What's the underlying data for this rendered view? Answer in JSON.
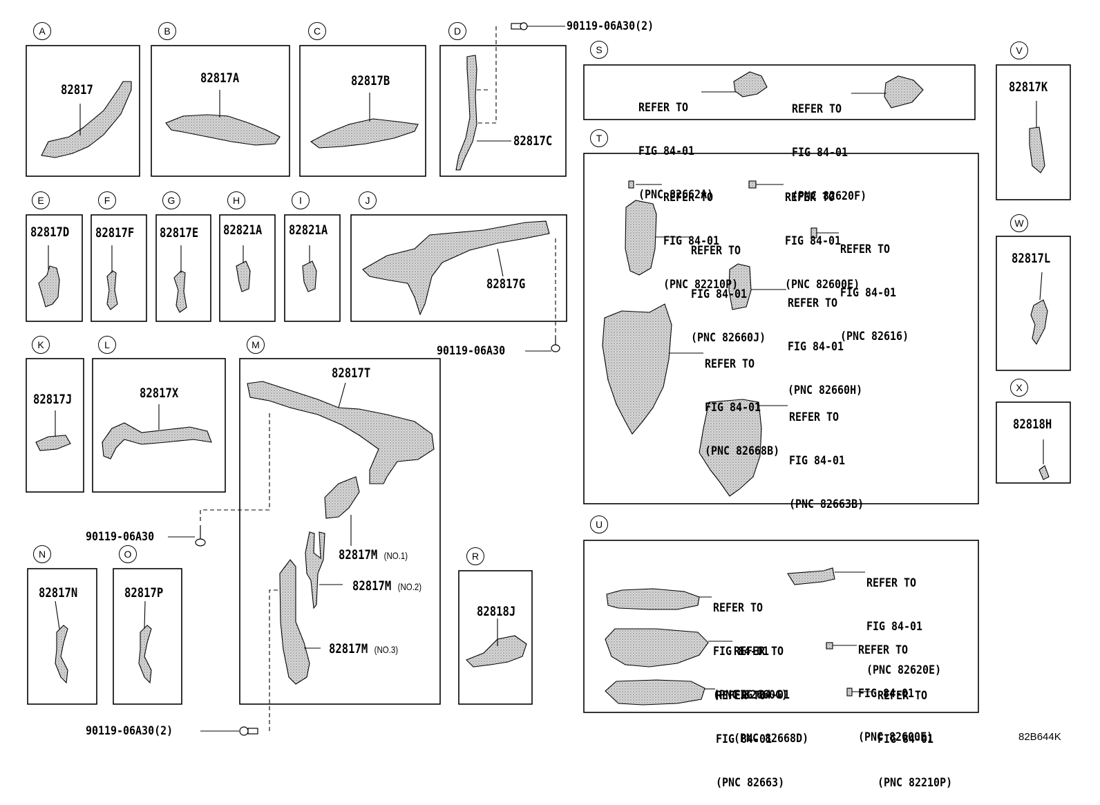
{
  "sections": {
    "A": {
      "letter": "A",
      "part": "82817"
    },
    "B": {
      "letter": "B",
      "part": "82817A"
    },
    "C": {
      "letter": "C",
      "part": "82817B"
    },
    "D": {
      "letter": "D",
      "part": "82817C"
    },
    "E": {
      "letter": "E",
      "part": "82817D"
    },
    "F": {
      "letter": "F",
      "part": "82817F"
    },
    "G": {
      "letter": "G",
      "part": "82817E"
    },
    "H": {
      "letter": "H",
      "part": "82821A"
    },
    "I": {
      "letter": "I",
      "part": "82821A"
    },
    "J": {
      "letter": "J",
      "part": "82817G"
    },
    "K": {
      "letter": "K",
      "part": "82817J"
    },
    "L": {
      "letter": "L",
      "part": "82817X"
    },
    "M": {
      "letter": "M",
      "part": "82817T",
      "m1": "82817M",
      "m1_note": "(NO.1)",
      "m2": "82817M",
      "m2_note": "(NO.2)",
      "m3": "82817M",
      "m3_note": "(NO.3)"
    },
    "N": {
      "letter": "N",
      "part": "82817N"
    },
    "O": {
      "letter": "O",
      "part": "82817P"
    },
    "R": {
      "letter": "R",
      "part": "82818J"
    },
    "S": {
      "letter": "S"
    },
    "T": {
      "letter": "T"
    },
    "U": {
      "letter": "U"
    },
    "V": {
      "letter": "V",
      "part": "82817K"
    },
    "W": {
      "letter": "W",
      "part": "82817L"
    },
    "X": {
      "letter": "X",
      "part": "82818H"
    }
  },
  "bolts": {
    "top": "90119-06A30(2)",
    "j": "90119-06A30",
    "m_left": "90119-06A30",
    "bottom": "90119-06A30(2)"
  },
  "refer": {
    "refer_to": "REFER TO",
    "fig": "FIG 84-01",
    "s1": "(PNC 82662A)",
    "s2": "(PNC 82620F)",
    "t1": "(PNC 82210P)",
    "t2": "(PNC 82600E)",
    "t3": "(PNC 82660J)",
    "t4": "(PNC 82616)",
    "t5": "(PNC 82660H)",
    "t6": "(PNC 82668B)",
    "t7": "(PNC 82663B)",
    "u1": "(PNC 82620E)",
    "u2": "(PNC 82660G)",
    "u3": "(PNC 82668D)",
    "u4": "(PNC 82600E)",
    "u5": "(PNC 82663)",
    "u6": "(PNC 82210P)"
  },
  "diagram_code": "82B644K"
}
